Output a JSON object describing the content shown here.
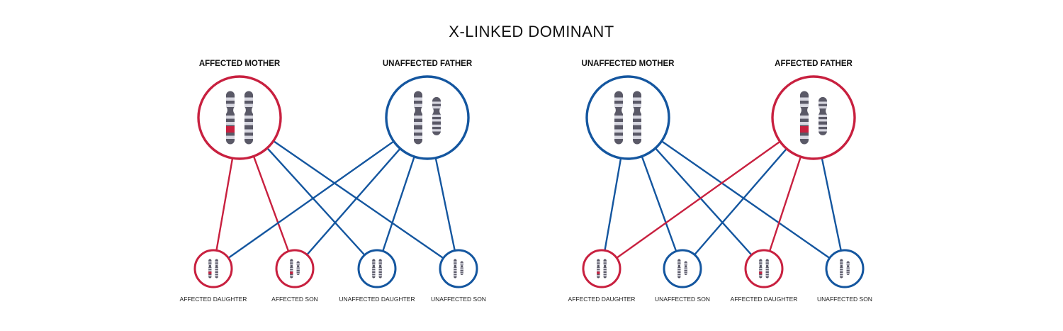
{
  "title": "X-LINKED DOMINANT",
  "colors": {
    "affected": "#c8203f",
    "unaffected": "#14569f",
    "chromosome_dark": "#5a5967",
    "chromosome_light": "#d7d7e0",
    "mutation": "#c8203f"
  },
  "panels": [
    {
      "parents": [
        {
          "label": "AFFECTED MOTHER",
          "status": "affected",
          "sex": "female",
          "mutation": true
        },
        {
          "label": "UNAFFECTED FATHER",
          "status": "unaffected",
          "sex": "male",
          "mutation": false
        }
      ],
      "children": [
        {
          "label": "AFFECTED DAUGHTER",
          "status": "affected",
          "sex": "female",
          "mutation": true
        },
        {
          "label": "AFFECTED SON",
          "status": "affected",
          "sex": "male",
          "mutation": true
        },
        {
          "label": "UNAFFECTED DAUGHTER",
          "status": "unaffected",
          "sex": "female",
          "mutation": false
        },
        {
          "label": "UNAFFECTED SON",
          "status": "unaffected",
          "sex": "male",
          "mutation": false
        }
      ]
    },
    {
      "parents": [
        {
          "label": "UNAFFECTED MOTHER",
          "status": "unaffected",
          "sex": "female",
          "mutation": false
        },
        {
          "label": "AFFECTED FATHER",
          "status": "affected",
          "sex": "male",
          "mutation": true
        }
      ],
      "children": [
        {
          "label": "AFFECTED DAUGHTER",
          "status": "affected",
          "sex": "female",
          "mutation": true
        },
        {
          "label": "UNAFFECTED SON",
          "status": "unaffected",
          "sex": "male",
          "mutation": false
        },
        {
          "label": "AFFECTED DAUGHTER",
          "status": "affected",
          "sex": "female",
          "mutation": true
        },
        {
          "label": "UNAFFECTED SON",
          "status": "unaffected",
          "sex": "male",
          "mutation": false
        }
      ]
    }
  ]
}
